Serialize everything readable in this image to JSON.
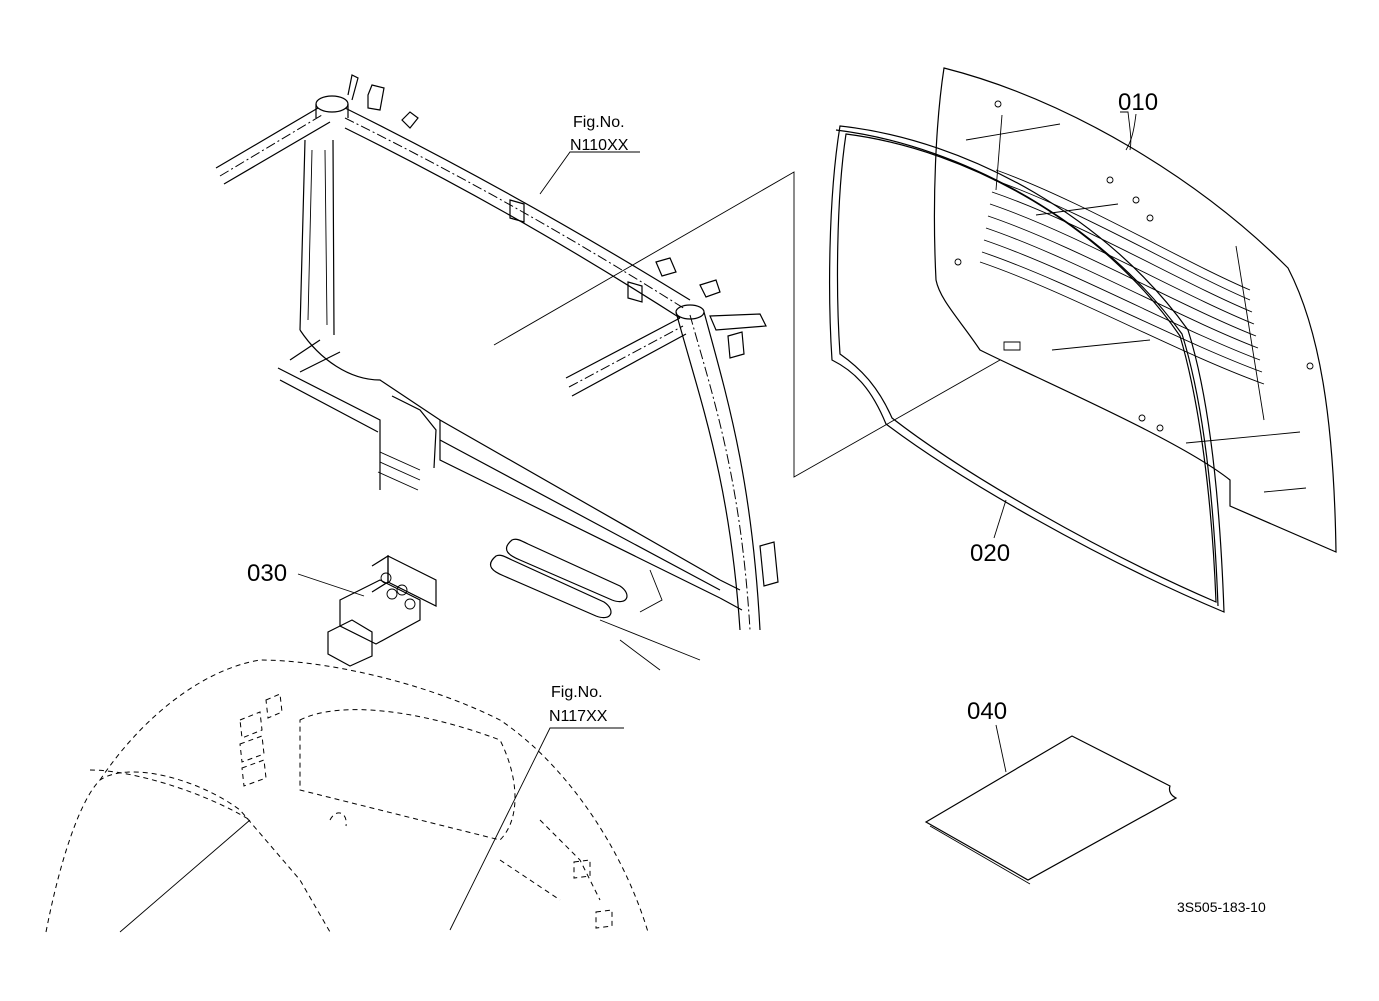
{
  "parts": [
    {
      "id": "part-010",
      "number": "010"
    },
    {
      "id": "part-020",
      "number": "020"
    },
    {
      "id": "part-030",
      "number": "030"
    },
    {
      "id": "part-040",
      "number": "040"
    }
  ],
  "figure_refs": [
    {
      "label": "Fig.No.",
      "code": "N110XX"
    },
    {
      "label": "Fig.No.",
      "code": "N117XX"
    }
  ],
  "drawing_code": "3S505-183-10"
}
